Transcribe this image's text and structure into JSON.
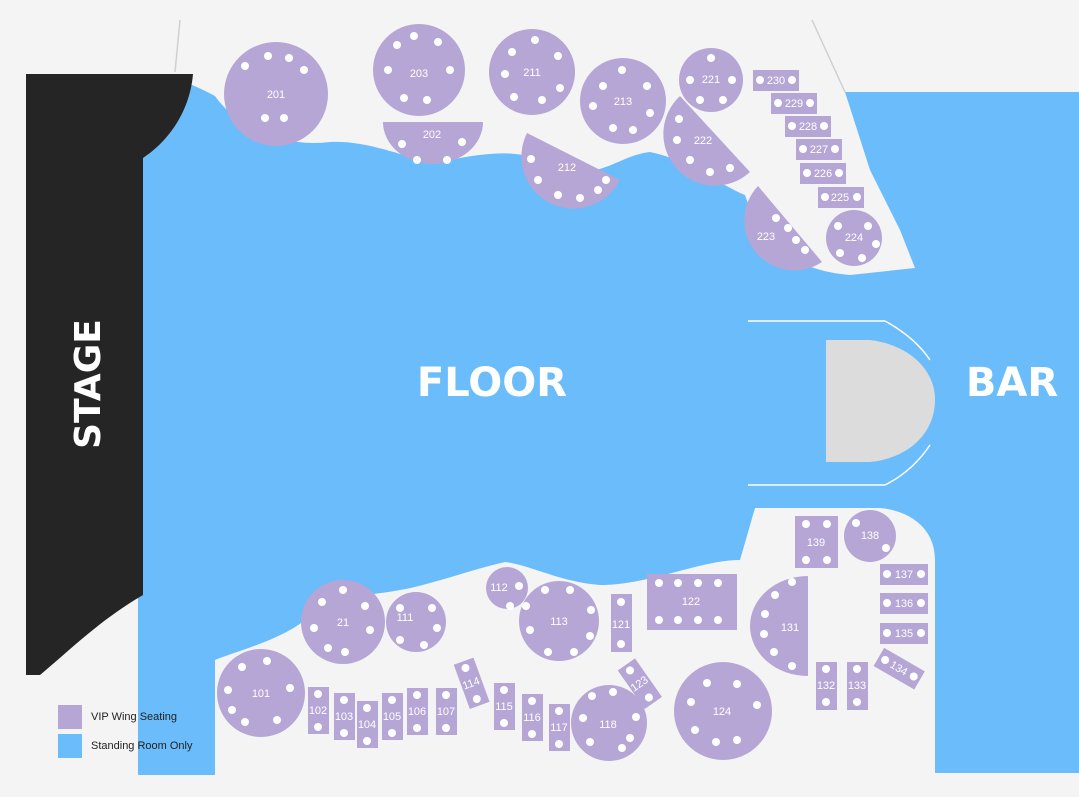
{
  "labels": {
    "stage": "STAGE",
    "floor": "FLOOR",
    "bar": "BAR"
  },
  "colors": {
    "vip": "#b6a6d6",
    "standing": "#6bbcfb",
    "stage": "#252525",
    "background": "#f4f4f4",
    "seat_dot": "#ffffff",
    "bar_counter": "#dcdcdc"
  },
  "legend": [
    {
      "label": "VIP  Wing Seating",
      "color": "#b6a6d6"
    },
    {
      "label": "Standing Room Only",
      "color": "#6bbcfb"
    }
  ],
  "tables": [
    "201",
    "202",
    "203",
    "211",
    "212",
    "213",
    "221",
    "222",
    "223",
    "224",
    "225",
    "226",
    "227",
    "228",
    "229",
    "230",
    "21",
    "101",
    "102",
    "103",
    "104",
    "105",
    "106",
    "107",
    "111",
    "112",
    "113",
    "114",
    "115",
    "116",
    "117",
    "118",
    "121",
    "122",
    "123",
    "124",
    "131",
    "132",
    "133",
    "134",
    "135",
    "136",
    "137",
    "138",
    "139"
  ]
}
